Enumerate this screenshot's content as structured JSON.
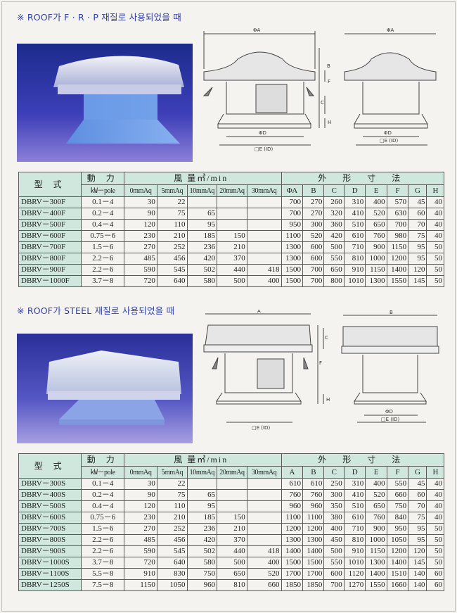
{
  "colors": {
    "header_bg": "#cfe7dc",
    "title_blue": "#2f3fa8",
    "grid": "#5a5a5a"
  },
  "header": {
    "model": "型 式",
    "power": "動 力",
    "power_unit": "㎾－pole",
    "wind": "風 量㎥/min",
    "ext": "外 形 寸 法",
    "pressures": [
      "0mmAq",
      "5mmAq",
      "10mmAq",
      "20mmAq",
      "30mmAq"
    ],
    "dims_frp": [
      "ΦA",
      "B",
      "C",
      "D",
      "E",
      "F",
      "G",
      "H"
    ],
    "dims_steel": [
      "A",
      "B",
      "C",
      "D",
      "E",
      "F",
      "G",
      "H"
    ]
  },
  "sections": [
    {
      "title": "※ ROOF가 F · R · P 재질로 사용되었을 때",
      "drawing_labels": {
        "a": "ΦA",
        "b": "B",
        "c": "C",
        "f": "F",
        "h": "H",
        "d": "ΦD",
        "e": "□E (ID)"
      },
      "rows": [
        [
          "DBRV－300F",
          "0.1－4",
          "30",
          "22",
          "",
          "",
          "",
          "700",
          "270",
          "260",
          "310",
          "400",
          "570",
          "45",
          "40"
        ],
        [
          "DBRV－400F",
          "0.2－4",
          "90",
          "75",
          "65",
          "",
          "",
          "700",
          "270",
          "320",
          "410",
          "520",
          "630",
          "60",
          "40"
        ],
        [
          "DBRV－500F",
          "0.4－4",
          "120",
          "110",
          "95",
          "",
          "",
          "950",
          "300",
          "360",
          "510",
          "650",
          "700",
          "70",
          "40"
        ],
        [
          "DBRV－600F",
          "0.75－6",
          "230",
          "210",
          "185",
          "150",
          "",
          "1100",
          "520",
          "420",
          "610",
          "760",
          "980",
          "75",
          "40"
        ],
        [
          "DBRV－700F",
          "1.5－6",
          "270",
          "252",
          "236",
          "210",
          "",
          "1300",
          "600",
          "500",
          "710",
          "900",
          "1150",
          "95",
          "50"
        ],
        [
          "DBRV－800F",
          "2.2－6",
          "485",
          "456",
          "420",
          "370",
          "",
          "1300",
          "600",
          "550",
          "810",
          "1000",
          "1200",
          "95",
          "50"
        ],
        [
          "DBRV－900F",
          "2.2－6",
          "590",
          "545",
          "502",
          "440",
          "418",
          "1500",
          "700",
          "650",
          "910",
          "1150",
          "1400",
          "120",
          "50"
        ],
        [
          "DBRV－1000F",
          "3.7－8",
          "720",
          "640",
          "580",
          "500",
          "400",
          "1500",
          "700",
          "800",
          "1010",
          "1300",
          "1550",
          "145",
          "50"
        ]
      ]
    },
    {
      "title": "※ ROOF가 STEEL 재질로 사용되었을 때",
      "drawing_labels": {
        "a": "A",
        "b": "B",
        "c": "C",
        "f": "F",
        "h": "H",
        "d": "ΦD",
        "e": "□E (ID)"
      },
      "rows": [
        [
          "DBRV－300S",
          "0.1－4",
          "30",
          "22",
          "",
          "",
          "",
          "610",
          "610",
          "250",
          "310",
          "400",
          "550",
          "45",
          "40"
        ],
        [
          "DBRV－400S",
          "0.2－4",
          "90",
          "75",
          "65",
          "",
          "",
          "760",
          "760",
          "300",
          "410",
          "520",
          "660",
          "60",
          "40"
        ],
        [
          "DBRV－500S",
          "0.4－4",
          "120",
          "110",
          "95",
          "",
          "",
          "960",
          "960",
          "350",
          "510",
          "650",
          "750",
          "70",
          "40"
        ],
        [
          "DBRV－600S",
          "0.75－6",
          "230",
          "210",
          "185",
          "150",
          "",
          "1100",
          "1100",
          "380",
          "610",
          "760",
          "840",
          "75",
          "40"
        ],
        [
          "DBRV－700S",
          "1.5－6",
          "270",
          "252",
          "236",
          "210",
          "",
          "1200",
          "1200",
          "400",
          "710",
          "900",
          "950",
          "95",
          "50"
        ],
        [
          "DBRV－800S",
          "2.2－6",
          "485",
          "456",
          "420",
          "370",
          "",
          "1300",
          "1300",
          "450",
          "810",
          "1000",
          "1050",
          "95",
          "50"
        ],
        [
          "DBRV－900S",
          "2.2－6",
          "590",
          "545",
          "502",
          "440",
          "418",
          "1400",
          "1400",
          "500",
          "910",
          "1150",
          "1200",
          "120",
          "50"
        ],
        [
          "DBRV－1000S",
          "3.7－8",
          "720",
          "640",
          "580",
          "500",
          "400",
          "1500",
          "1500",
          "550",
          "1010",
          "1300",
          "1400",
          "145",
          "50"
        ],
        [
          "DBRV－1100S",
          "5.5－8",
          "910",
          "830",
          "750",
          "650",
          "520",
          "1700",
          "1700",
          "600",
          "1120",
          "1400",
          "1510",
          "140",
          "60"
        ],
        [
          "DBRV－1250S",
          "7.5－8",
          "1150",
          "1050",
          "960",
          "810",
          "660",
          "1850",
          "1850",
          "700",
          "1270",
          "1550",
          "1660",
          "140",
          "60"
        ]
      ]
    }
  ]
}
